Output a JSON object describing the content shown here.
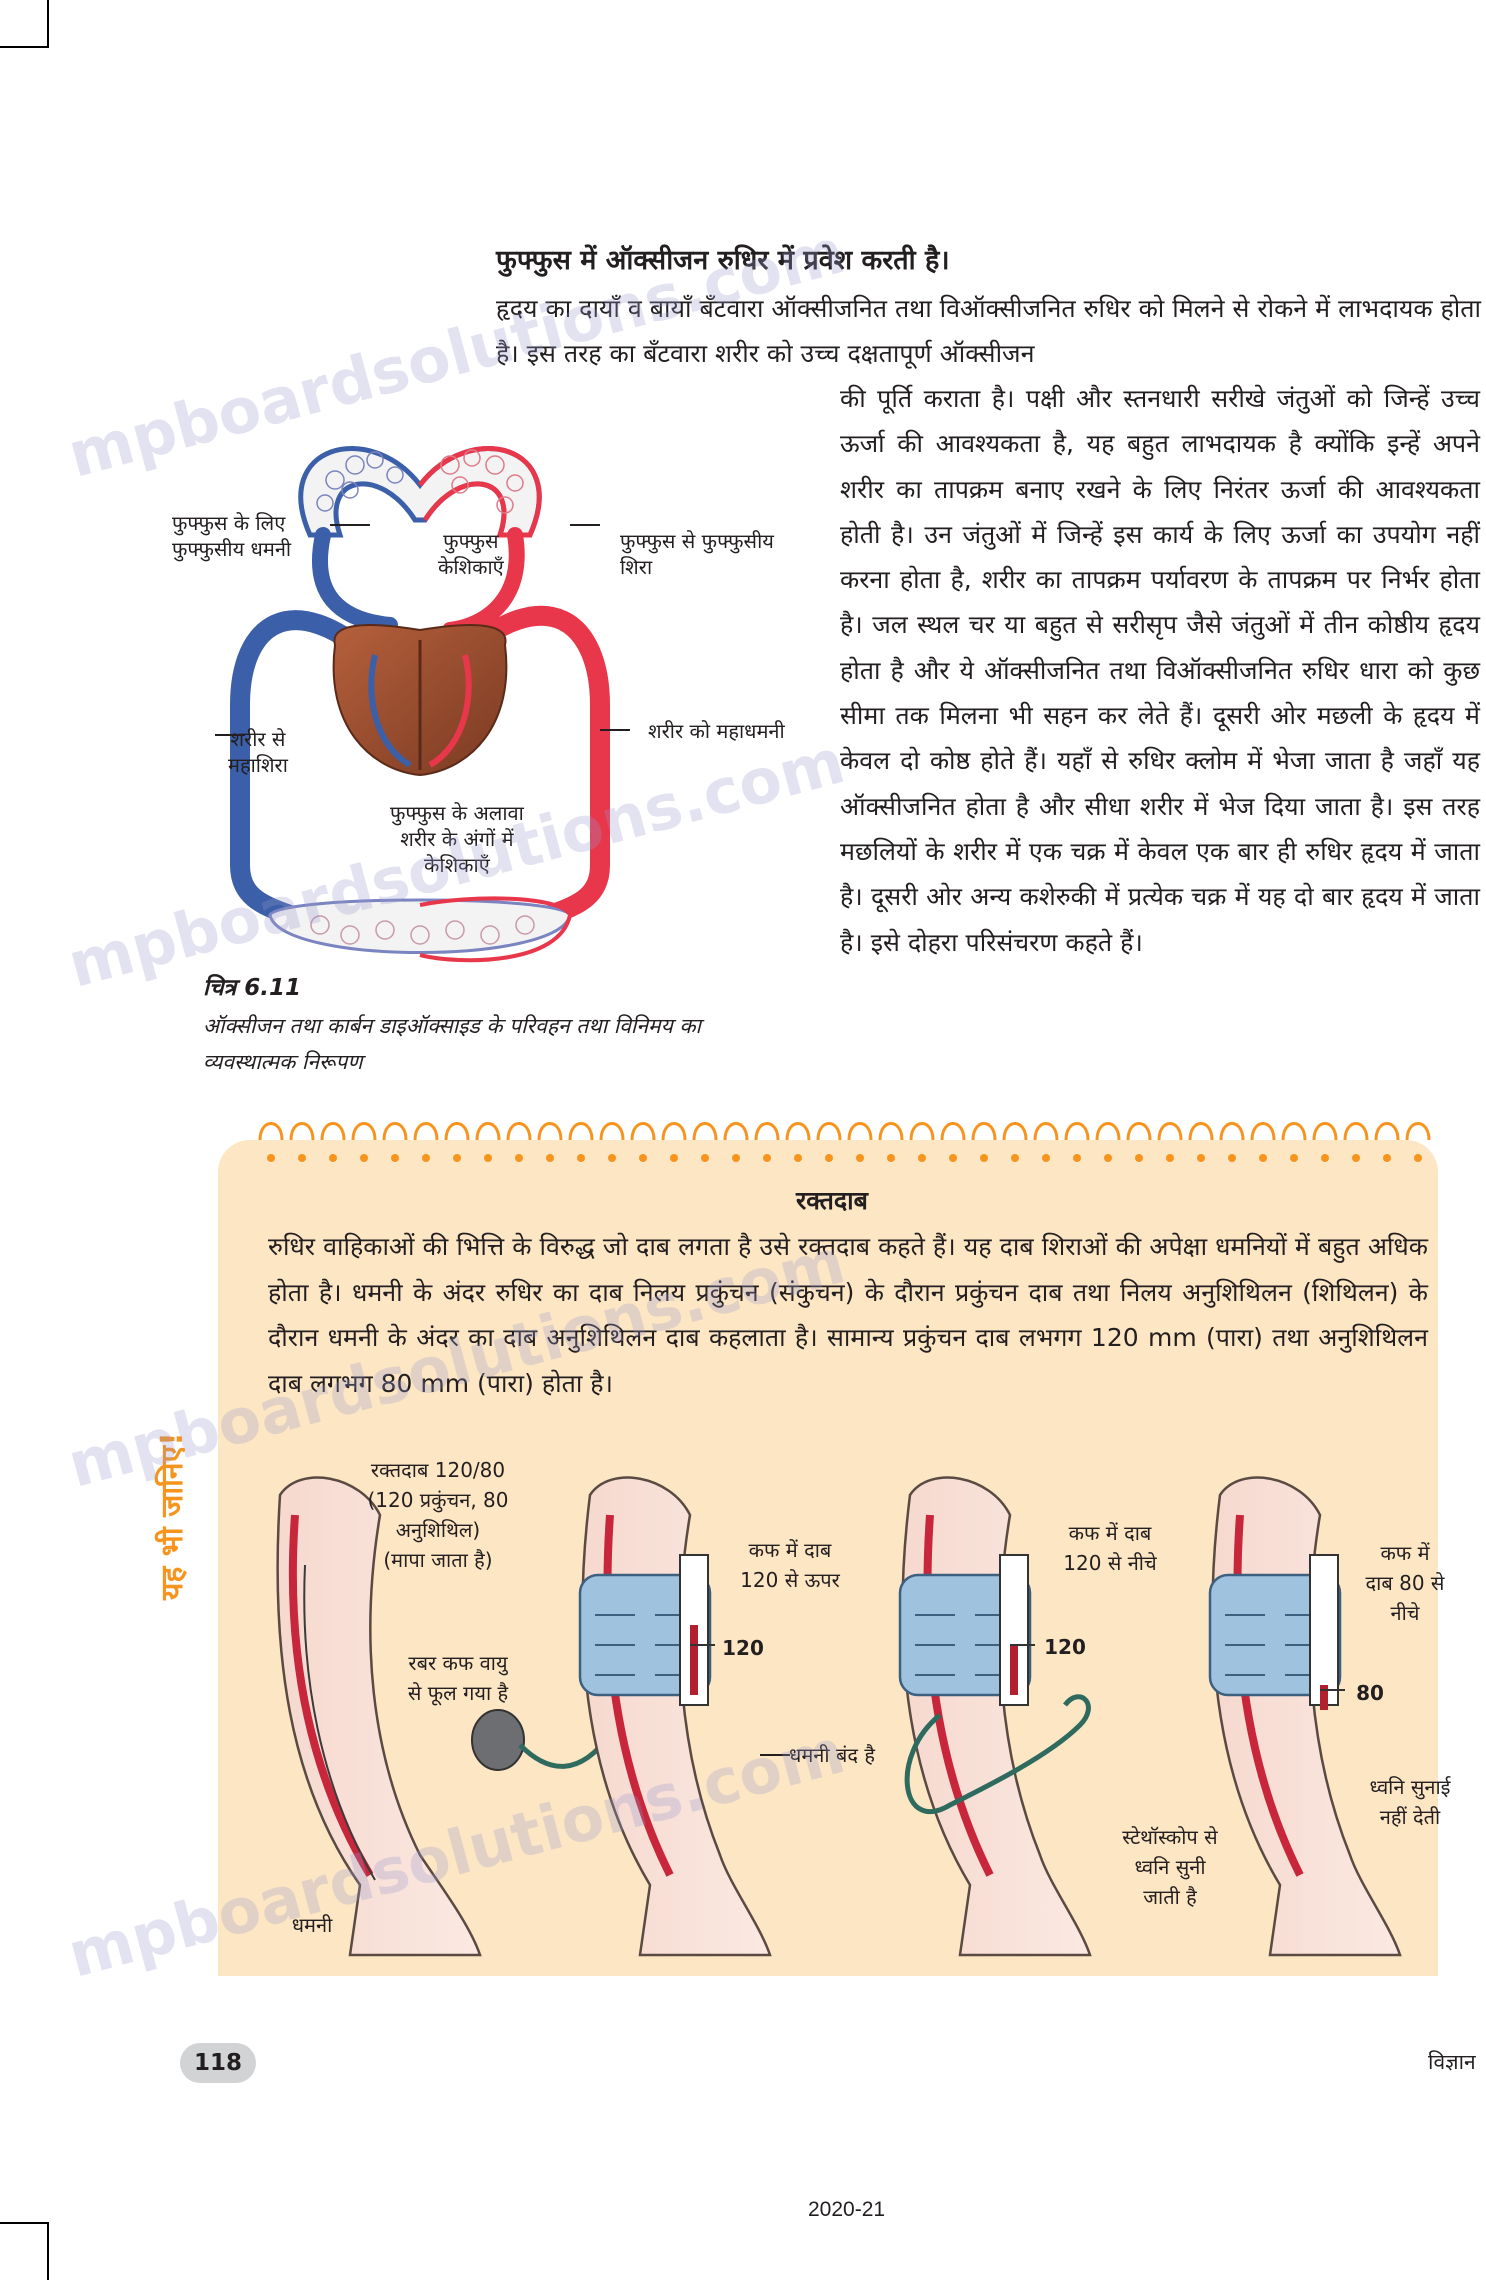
{
  "page": {
    "heading": "फुफ्फुस में ऑक्सीजन रुधिर में प्रवेश करती है।",
    "para_top": "हृदय का दायाँ व बायाँ बँटवारा ऑक्सीजनित तथा विऑक्सीजनित रुधिर को मिलने से रोकने में लाभदायक होता है। इस तरह का बँटवारा शरीर को उच्च दक्षतापूर्ण ऑक्सीजन",
    "para_right": "की पूर्ति कराता है। पक्षी और स्तनधारी सरीखे जंतुओं को जिन्हें उच्च ऊर्जा की आवश्यकता है, यह बहुत लाभदायक है क्योंकि इन्हें अपने शरीर का तापक्रम बनाए रखने के लिए निरंतर ऊर्जा की आवश्यकता होती है। उन जंतुओं में जिन्हें इस कार्य के लिए ऊर्जा का उपयोग नहीं करना होता है, शरीर का तापक्रम पर्यावरण के तापक्रम पर निर्भर होता है। जल स्थल चर या बहुत से सरीसृप जैसे जंतुओं में तीन कोष्ठीय हृदय होता है और ये ऑक्सीजनित तथा विऑक्सीजनित रुधिर धारा को कुछ सीमा तक मिलना भी सहन कर लेते हैं। दूसरी ओर मछली के हृदय में केवल दो कोष्ठ होते हैं। यहाँ से रुधिर क्लोम में भेजा जाता है जहाँ यह ऑक्सीजनित होता है और सीधा शरीर में भेज दिया जाता है। इस तरह मछलियों के शरीर में एक चक्र में केवल एक बार ही रुधिर हृदय में जाता है। दूसरी ओर अन्य कशेरुकी में प्रत्येक चक्र में यह दो बार हृदय में जाता है। इसे दोहरा परिसंचरण कहते हैं।"
  },
  "figure": {
    "labels": {
      "pulmonary_artery_1": "फुफ्फुस के लिए",
      "pulmonary_artery_2": "फुफ्फुसीय धमनी",
      "lung_capillaries_1": "फुफ्फुस",
      "lung_capillaries_2": "केशिकाएँ",
      "pulmonary_vein_1": "फुफ्फुस से फुफ्फुसीय",
      "pulmonary_vein_2": "शिरा",
      "vena_cava_1": "शरीर से",
      "vena_cava_2": "महाशिरा",
      "aorta": "शरीर को महाधमनी",
      "body_capillaries_1": "फुफ्फुस के अलावा",
      "body_capillaries_2": "शरीर के अंगों में",
      "body_capillaries_3": "केशिकाएँ"
    },
    "caption_number": "चित्र 6.11",
    "caption_text": "ऑक्सीजन तथा कार्बन डाइऑक्साइड के परिवहन तथा विनिमय का व्यवस्थात्मक निरूपण"
  },
  "box": {
    "side_label": "यह भी जानिए!",
    "title": "रक्तदाब",
    "text": "रुधिर वाहिकाओं की भित्ति के विरुद्ध जो दाब लगता है उसे रक्तदाब कहते हैं। यह दाब शिराओं की अपेक्षा धमनियों में बहुत अधिक होता है। धमनी के अंदर रुधिर का दाब निलय प्रकुंचन (संकुचन) के दौरान प्रकुंचन दाब तथा निलय अनुशिथिलन (शिथिलन) के दौरान धमनी के अंदर का दाब अनुशिथिलन दाब कहलाता है। सामान्य प्रकुंचन दाब लभगग 120 mm (पारा) तथा अनुशिथिलन दाब लगभग 80 mm (पारा) होता है।",
    "arm_labels": {
      "bp_1": "रक्तदाब 120/80",
      "bp_2": "(120 प्रकुंचन, 80",
      "bp_3": "अनुशिथिल)",
      "bp_4": "(मापा जाता है)",
      "cuff_1": "रबर कफ वायु",
      "cuff_2": "से फूल गया है",
      "artery": "धमनी",
      "artery_closed": "धमनी बंद है",
      "g1_1": "कफ में दाब",
      "g1_2": "120 से ऊपर",
      "g2_1": "कफ में दाब",
      "g2_2": "120 से नीचे",
      "stetho_1": "स्टेथॉस्कोप से",
      "stetho_2": "ध्वनि सुनी",
      "stetho_3": "जाती है",
      "g3_1": "कफ में",
      "g3_2": "दाब 80 से",
      "g3_3": "नीचे",
      "sound_1": "ध्वनि सुनाई",
      "sound_2": "नहीं देती",
      "gauge1_value": "120",
      "gauge2_value": "120",
      "gauge3_value": "80"
    }
  },
  "footer": {
    "page_number": "118",
    "subject": "विज्ञान",
    "year": "2020-21"
  },
  "watermarks": {
    "w1": "mpboardsolutions.com",
    "w2": "mpboardsolutions.com",
    "w3": "mpboardsolutions.com",
    "w4": "mpboardsolutions.com"
  },
  "colors": {
    "box_bg": "#fde6c4",
    "accent": "#f7941d",
    "oxygenated": "#e8374a",
    "deoxygenated": "#3b5fa8"
  }
}
